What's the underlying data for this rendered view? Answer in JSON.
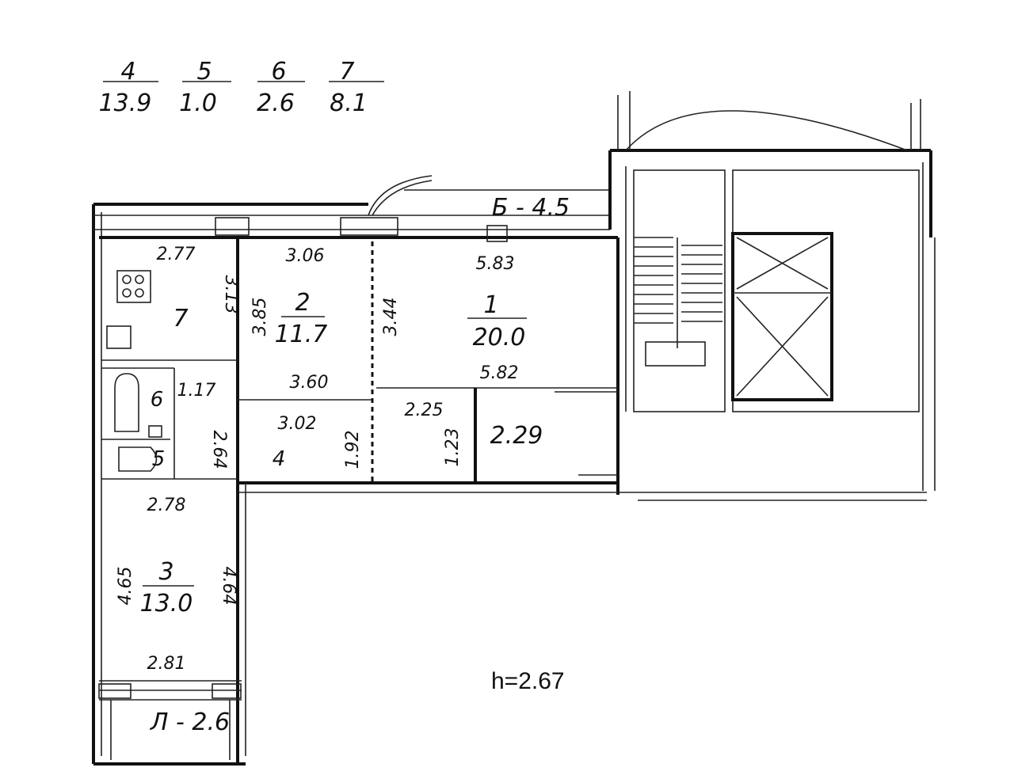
{
  "legend": [
    {
      "room": "4",
      "area": "13.9"
    },
    {
      "room": "5",
      "area": "1.0"
    },
    {
      "room": "6",
      "area": "2.6"
    },
    {
      "room": "7",
      "area": "8.1"
    }
  ],
  "rooms": {
    "r1": {
      "num": "1",
      "area": "20.0"
    },
    "r2": {
      "num": "2",
      "area": "11.7"
    },
    "r3": {
      "num": "3",
      "area": "13.0"
    },
    "r4": {
      "num": "4"
    },
    "r5": {
      "num": "5"
    },
    "r6": {
      "num": "6"
    },
    "r7": {
      "num": "7"
    }
  },
  "balconies": {
    "b": "Б - 4.5",
    "l": "Л - 2.6"
  },
  "dims": {
    "d277": "2.77",
    "d306": "3.06",
    "d583": "5.83",
    "d313": "3.13",
    "d385": "3.85",
    "d344": "3.44",
    "d360": "3.60",
    "d582": "5.82",
    "d117": "1.17",
    "d302": "3.02",
    "d225": "2.25",
    "d229": "2.29",
    "d123": "1.23",
    "d192": "1.92",
    "d264": "2.64",
    "d278": "2.78",
    "d465": "4.65",
    "d464": "4.64",
    "d281": "2.81"
  },
  "ceiling": "h=2.67"
}
